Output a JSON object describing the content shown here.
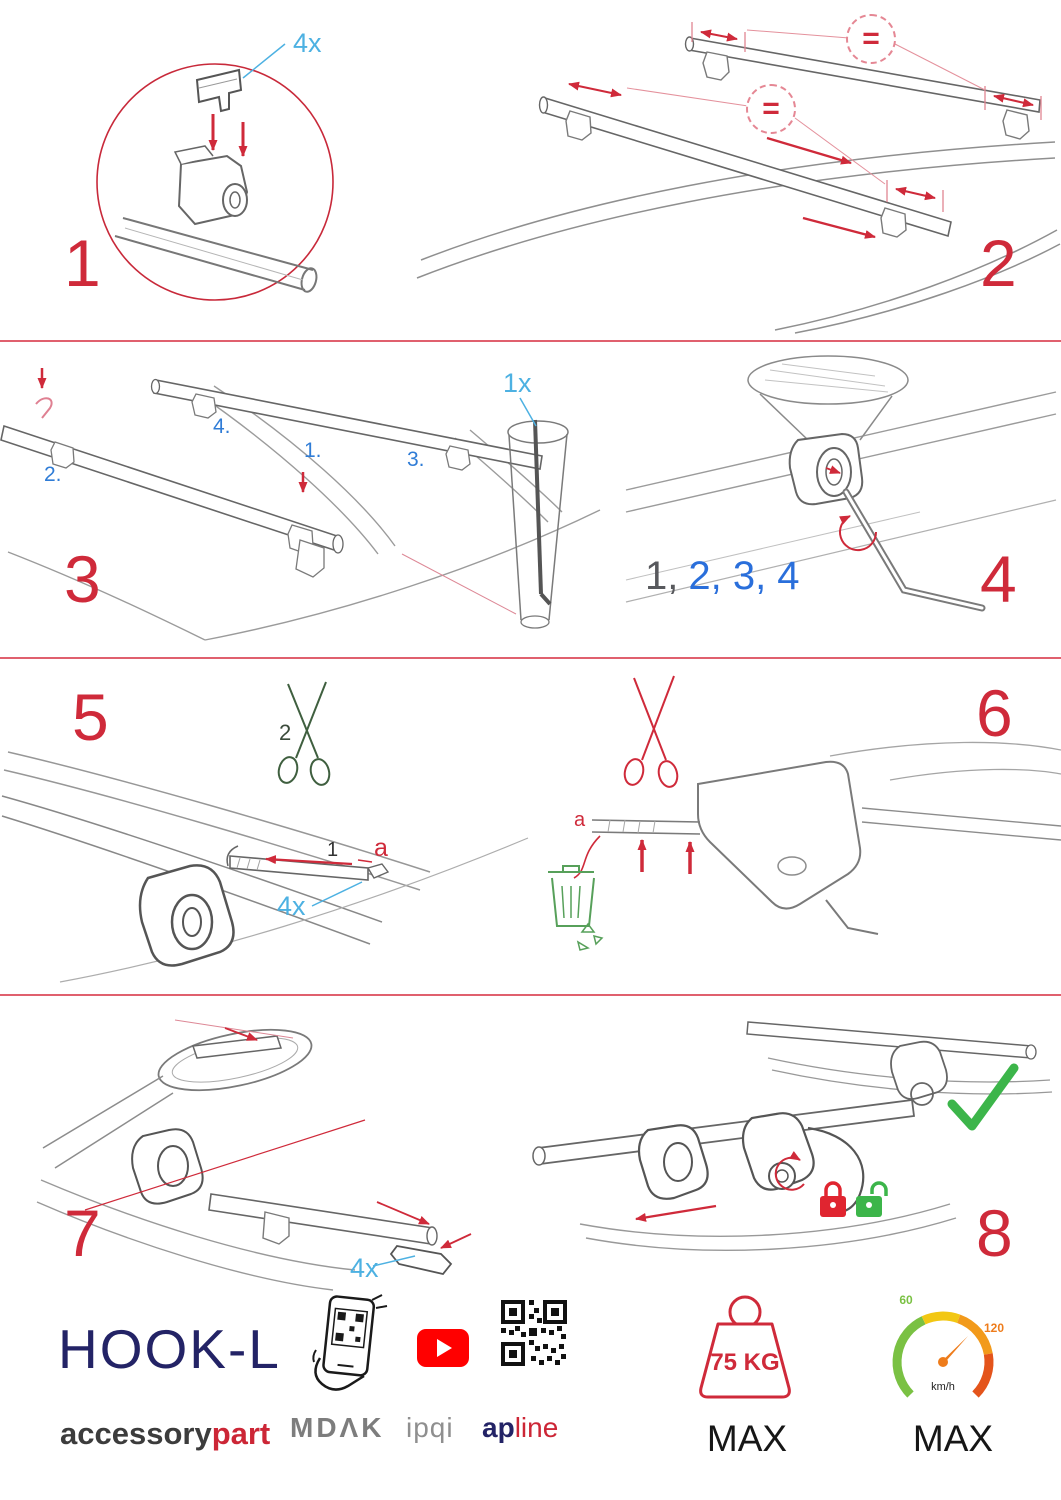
{
  "document": {
    "type": "assembly-instructions",
    "product": "HOOK-L"
  },
  "colors": {
    "accent_red": "#cf2a3a",
    "label_blue": "#4db1e2",
    "number_blue": "#2a6fdb",
    "navy": "#232366",
    "brand_red": "#cc2636",
    "green": "#3cb54a",
    "gauge_green": "#7ac143",
    "gauge_yellow": "#f2c713",
    "gauge_orange": "#ee7c1b",
    "line_gray": "#777777"
  },
  "steps": {
    "s1": {
      "num": "1",
      "qty": "4x"
    },
    "s2": {
      "num": "2",
      "eq1": "=",
      "eq2": "="
    },
    "s3": {
      "num": "3",
      "qty": "1x",
      "sub1": "1.",
      "sub2": "2.",
      "sub3": "3.",
      "sub4": "4."
    },
    "s4": {
      "num": "4",
      "seq_first": "1,",
      "seq_rest": "2, 3, 4"
    },
    "s5": {
      "num": "5",
      "cut_label": "2",
      "pull_label": "1",
      "a_label": "a",
      "qty": "4x"
    },
    "s6": {
      "num": "6",
      "a_label": "a"
    },
    "s7": {
      "num": "7",
      "qty": "4x"
    },
    "s8": {
      "num": "8"
    }
  },
  "footer": {
    "product": "HOOK-L",
    "brand_primary": "accessory",
    "brand_accent": "part",
    "logo_mdak": "MDΛK",
    "logo_ipqi": "ipqi",
    "logo_ap": "ap",
    "logo_line": "line",
    "weight_label": "75 KG",
    "weight_max": "MAX",
    "speed_min": "60",
    "speed_peak": "120",
    "speed_unit": "km/h",
    "speed_max": "MAX"
  },
  "icons": {
    "magnifier-circle-icon": "red outline detail circle",
    "equals-icon": "=",
    "scissors-icon": "✂",
    "recycle-bin-icon": "trash bin with recycle arrows",
    "locked-padlock-icon": "closed red padlock",
    "unlocked-padlock-icon": "open green padlock",
    "checkmark-icon": "✓",
    "phone-qr-scan-icon": "hand holding phone scanning QR",
    "youtube-icon": "play button",
    "qr-code-icon": "QR code",
    "weight-max-icon": "75 kg weight",
    "speedometer-icon": "speed gauge"
  }
}
